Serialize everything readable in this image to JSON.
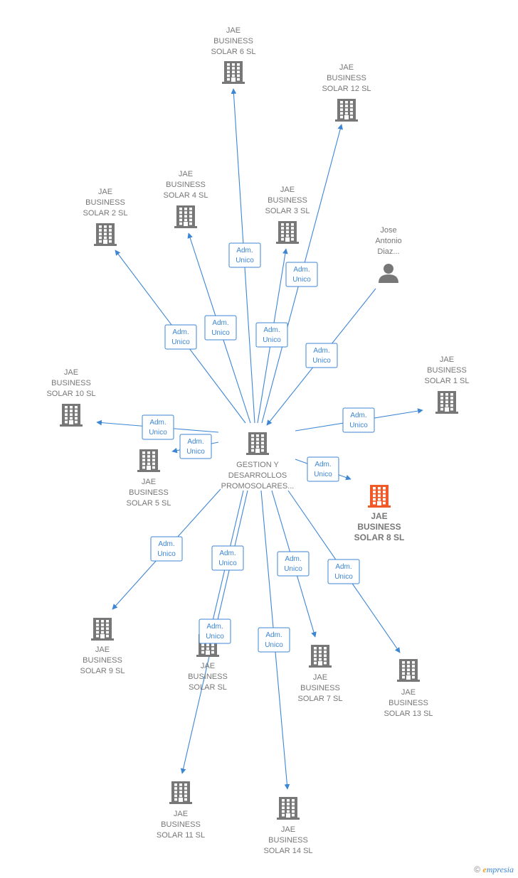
{
  "colors": {
    "edge": "#3d86d4",
    "node": "#777777",
    "highlight": "#f05a28",
    "person": "#777777"
  },
  "center": {
    "id": "center",
    "lines": [
      "GESTION Y",
      "DESARROLLOS",
      "PROMOSOLARES..."
    ],
    "icon": "building-icon"
  },
  "nodes": [
    {
      "id": "solar6",
      "lines": [
        "JAE",
        "BUSINESS",
        "SOLAR 6  SL"
      ],
      "icon": "building-icon"
    },
    {
      "id": "solar12",
      "lines": [
        "JAE",
        "BUSINESS",
        "SOLAR 12  SL"
      ],
      "icon": "building-icon"
    },
    {
      "id": "solar4",
      "lines": [
        "JAE",
        "BUSINESS",
        "SOLAR 4  SL"
      ],
      "icon": "building-icon"
    },
    {
      "id": "solar2",
      "lines": [
        "JAE",
        "BUSINESS",
        "SOLAR 2  SL"
      ],
      "icon": "building-icon"
    },
    {
      "id": "solar3",
      "lines": [
        "JAE",
        "BUSINESS",
        "SOLAR 3  SL"
      ],
      "icon": "building-icon"
    },
    {
      "id": "jose",
      "lines": [
        "Jose",
        "Antonio",
        "Diaz..."
      ],
      "icon": "person-icon"
    },
    {
      "id": "solar1",
      "lines": [
        "JAE",
        "BUSINESS",
        "SOLAR 1  SL"
      ],
      "icon": "building-icon"
    },
    {
      "id": "solar10",
      "lines": [
        "JAE",
        "BUSINESS",
        "SOLAR 10  SL"
      ],
      "icon": "building-icon"
    },
    {
      "id": "solar5",
      "lines": [
        "JAE",
        "BUSINESS",
        "SOLAR 5  SL"
      ],
      "icon": "building-icon"
    },
    {
      "id": "solar8",
      "lines": [
        "JAE",
        "BUSINESS",
        "SOLAR 8  SL"
      ],
      "icon": "building-icon",
      "highlight": true
    },
    {
      "id": "solar9",
      "lines": [
        "JAE",
        "BUSINESS",
        "SOLAR 9  SL"
      ],
      "icon": "building-icon"
    },
    {
      "id": "solarsl",
      "lines": [
        "JAE",
        "BUSINESS",
        "SOLAR  SL"
      ],
      "icon": "building-icon"
    },
    {
      "id": "solar7",
      "lines": [
        "JAE",
        "BUSINESS",
        "SOLAR 7  SL"
      ],
      "icon": "building-icon"
    },
    {
      "id": "solar13",
      "lines": [
        "JAE",
        "BUSINESS",
        "SOLAR 13  SL"
      ],
      "icon": "building-icon"
    },
    {
      "id": "solar11",
      "lines": [
        "JAE",
        "BUSINESS",
        "SOLAR 11  SL"
      ],
      "icon": "building-icon"
    },
    {
      "id": "solar14",
      "lines": [
        "JAE",
        "BUSINESS",
        "SOLAR 14  SL"
      ],
      "icon": "building-icon"
    }
  ],
  "edges": [
    {
      "from": "center",
      "to": "solar6",
      "label": [
        "Adm.",
        "Unico"
      ]
    },
    {
      "from": "center",
      "to": "solar12",
      "label": [
        "Adm.",
        "Unico"
      ]
    },
    {
      "from": "center",
      "to": "solar4",
      "label": [
        "Adm.",
        "Unico"
      ]
    },
    {
      "from": "center",
      "to": "solar2",
      "label": [
        "Adm.",
        "Unico"
      ]
    },
    {
      "from": "center",
      "to": "solar3",
      "label": [
        "Adm.",
        "Unico"
      ]
    },
    {
      "from": "jose",
      "to": "center",
      "label": [
        "Adm.",
        "Unico"
      ]
    },
    {
      "from": "center",
      "to": "solar1",
      "label": [
        "Adm.",
        "Unico"
      ]
    },
    {
      "from": "center",
      "to": "solar10",
      "label": [
        "Adm.",
        "Unico"
      ]
    },
    {
      "from": "center",
      "to": "solar5",
      "label": [
        "Adm.",
        "Unico"
      ]
    },
    {
      "from": "center",
      "to": "solar8",
      "label": [
        "Adm.",
        "Unico"
      ]
    },
    {
      "from": "center",
      "to": "solar9",
      "label": [
        "Adm.",
        "Unico"
      ]
    },
    {
      "from": "center",
      "to": "solarsl",
      "label": [
        "Adm.",
        "Unico"
      ]
    },
    {
      "from": "center",
      "to": "solar7",
      "label": [
        "Adm.",
        "Unico"
      ]
    },
    {
      "from": "center",
      "to": "solar13",
      "label": [
        "Adm.",
        "Unico"
      ]
    },
    {
      "from": "center",
      "to": "solar11",
      "label": [
        "Adm.",
        "Unico"
      ]
    },
    {
      "from": "center",
      "to": "solar14",
      "label": [
        "Adm.",
        "Unico"
      ]
    }
  ],
  "footer": {
    "copyright": "©",
    "brand_e": "e",
    "brand_rest": "mpresia"
  }
}
